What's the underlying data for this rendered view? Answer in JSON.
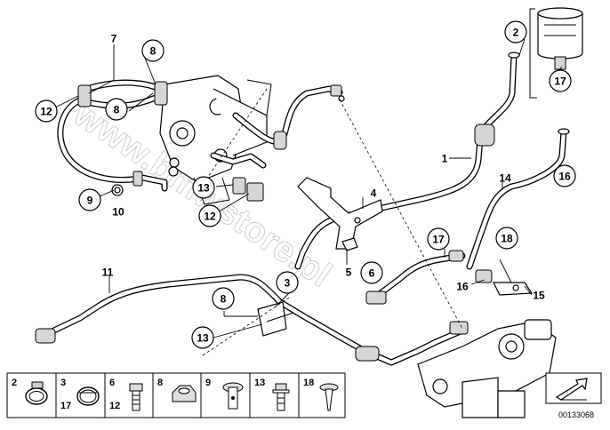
{
  "diagram": {
    "watermark": "www.bmwstore.pl",
    "image_code": "00133068",
    "callouts": [
      {
        "id": "c7",
        "label": "7",
        "circled": false
      },
      {
        "id": "c8a",
        "label": "8",
        "circled": true
      },
      {
        "id": "c12a",
        "label": "12",
        "circled": true
      },
      {
        "id": "c8b",
        "label": "8",
        "circled": true
      },
      {
        "id": "c9",
        "label": "9",
        "circled": true
      },
      {
        "id": "c10",
        "label": "10",
        "circled": false
      },
      {
        "id": "c13a",
        "label": "13",
        "circled": true
      },
      {
        "id": "c12b",
        "label": "12",
        "circled": true
      },
      {
        "id": "c2",
        "label": "2",
        "circled": true
      },
      {
        "id": "c17a",
        "label": "17",
        "circled": true
      },
      {
        "id": "c1",
        "label": "1",
        "circled": false
      },
      {
        "id": "c14",
        "label": "14",
        "circled": false
      },
      {
        "id": "c16a",
        "label": "16",
        "circled": true
      },
      {
        "id": "c4",
        "label": "4",
        "circled": false
      },
      {
        "id": "c5",
        "label": "5",
        "circled": false
      },
      {
        "id": "c6",
        "label": "6",
        "circled": true
      },
      {
        "id": "c17b",
        "label": "17",
        "circled": true
      },
      {
        "id": "c18",
        "label": "18",
        "circled": true
      },
      {
        "id": "c16b",
        "label": "16",
        "circled": false
      },
      {
        "id": "c15",
        "label": "15",
        "circled": false
      },
      {
        "id": "c11",
        "label": "11",
        "circled": false
      },
      {
        "id": "c8c",
        "label": "8",
        "circled": true
      },
      {
        "id": "c3",
        "label": "3",
        "circled": true
      },
      {
        "id": "c13b",
        "label": "13",
        "circled": true
      }
    ],
    "legend": [
      {
        "id": "l2",
        "labels": [
          "2"
        ],
        "icon": "hose-clamp-icon"
      },
      {
        "id": "l3",
        "labels": [
          "3",
          "17"
        ],
        "icon": "band-clamp-icon"
      },
      {
        "id": "l6",
        "labels": [
          "6",
          "12"
        ],
        "icon": "hex-bolt-icon"
      },
      {
        "id": "l8",
        "labels": [
          "8"
        ],
        "icon": "hex-nut-icon"
      },
      {
        "id": "l9",
        "labels": [
          "9"
        ],
        "icon": "banjo-bolt-icon"
      },
      {
        "id": "l13",
        "labels": [
          "13"
        ],
        "icon": "flange-bolt-icon"
      },
      {
        "id": "l18",
        "labels": [
          "18"
        ],
        "icon": "screw-clip-icon"
      }
    ]
  }
}
